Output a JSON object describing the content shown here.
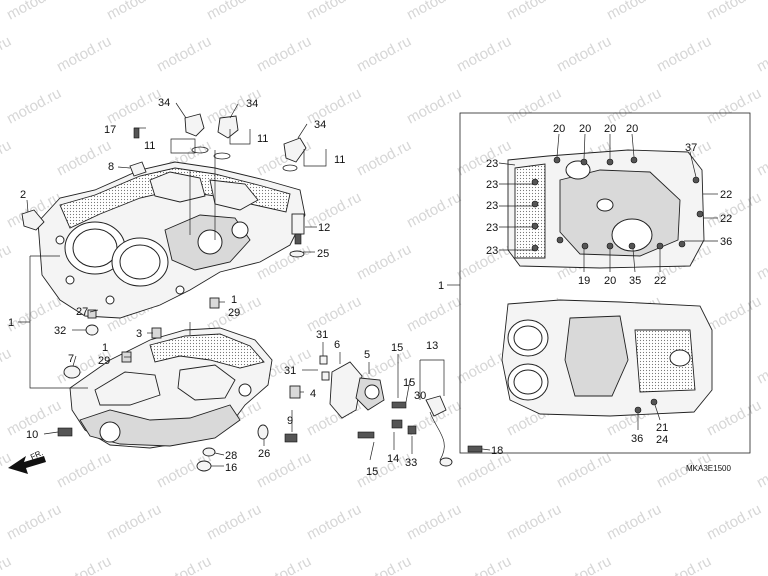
{
  "watermark": "motod.ru",
  "diagram_code": "MKA3E1500",
  "front_marker": "FR.",
  "callouts": {
    "c34a": "34",
    "c34b": "34",
    "c34c": "34",
    "c17": "17",
    "c11a": "11",
    "c11b": "11",
    "c11c": "11",
    "c8": "8",
    "c2": "2",
    "c12": "12",
    "c25": "25",
    "c1_left": "1",
    "c27": "27",
    "c32": "32",
    "c3": "3",
    "c1_mid": "1",
    "c29a": "29",
    "c1_low": "1",
    "c29b": "29",
    "c7": "7",
    "c31a": "31",
    "c31b": "31",
    "c6": "6",
    "c5": "5",
    "c15a": "15",
    "c15b": "15",
    "c13": "13",
    "c4": "4",
    "c30": "30",
    "c9": "9",
    "c10": "10",
    "c28": "28",
    "c16": "16",
    "c26": "26",
    "c15c": "15",
    "c14": "14",
    "c33": "33",
    "c18": "18",
    "c20a": "20",
    "c20b": "20",
    "c20c": "20",
    "c20d": "20",
    "c37": "37",
    "c23a": "23",
    "c23b": "23",
    "c23c": "23",
    "c23d": "23",
    "c23e": "23",
    "c22a": "22",
    "c22b": "22",
    "c36a": "36",
    "c19": "19",
    "c20e": "20",
    "c35": "35",
    "c22c": "22",
    "c1_right": "1",
    "c36b": "36",
    "c21": "21",
    "c24": "24"
  }
}
